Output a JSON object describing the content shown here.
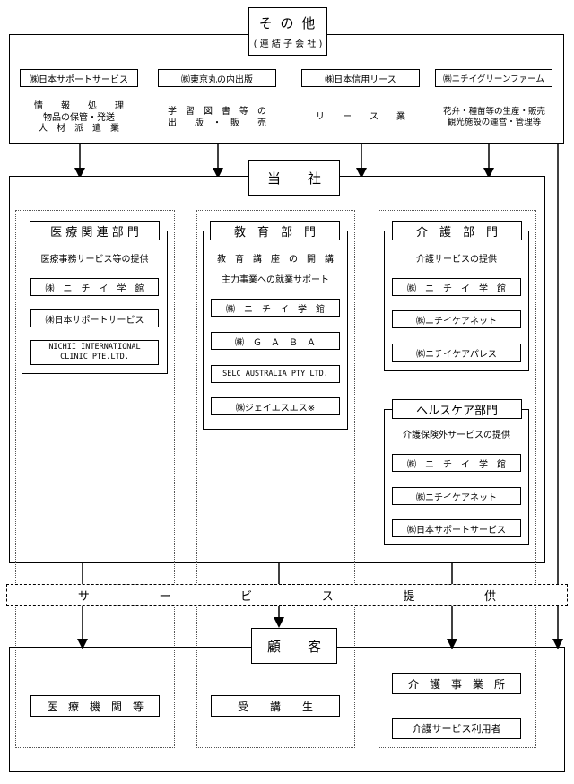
{
  "other": {
    "title": "そ の 他",
    "subtitle": "( 連 結 子 会 社 )",
    "companies": [
      {
        "name": "㈱日本サポートサービス",
        "desc": [
          "情　　報　　処　　理",
          "物品の保管・発送",
          "人　材　派　遣　業"
        ]
      },
      {
        "name": "㈱東京丸の内出版",
        "desc": [
          "学　習　図　書　等　の",
          "出　　版　・　販　　売"
        ]
      },
      {
        "name": "㈱日本信用リース",
        "desc": [
          "リ　　ー　　ス　　業"
        ]
      },
      {
        "name": "㈱ニチイグリーンファーム",
        "desc": [
          "花弁・種苗等の生産・販売",
          "観光施設の運営・管理等"
        ]
      }
    ]
  },
  "company": {
    "title": "当　　社",
    "departments": {
      "medical": {
        "title": "医 療 関 連 部 門",
        "desc": "医療事務サービス等の提供",
        "entities": [
          "㈱　ニ　チ　イ　学　館",
          "㈱日本サポートサービス",
          "NICHII INTERNATIONAL",
          "CLINIC PTE.LTD."
        ]
      },
      "education": {
        "title": "教　育　部　門",
        "desc": [
          "教　育　講　座　の　開　講",
          "主力事業への就業サポート"
        ],
        "entities": [
          "㈱　ニ　チ　イ　学　館",
          "㈱　Ｇ　Ａ　Ｂ　Ａ",
          "SELC AUSTRALIA PTY LTD.",
          "㈱ジェイエスエス※"
        ]
      },
      "care": {
        "title": "介　護　部　門",
        "desc": "介護サービスの提供",
        "entities": [
          "㈱　ニ　チ　イ　学　館",
          "㈱ニチイケアネット",
          "㈱ニチイケアパレス"
        ]
      },
      "healthcare": {
        "title": "ヘルスケア部門",
        "desc": "介護保険外サービスの提供",
        "entities": [
          "㈱　ニ　チ　イ　学　館",
          "㈱ニチイケアネット",
          "㈱日本サポートサービス"
        ]
      }
    }
  },
  "service": {
    "chars": [
      "サ",
      "ー",
      "ビ",
      "ス",
      "提",
      "供"
    ]
  },
  "customers": {
    "title": "顧　　客",
    "items": [
      "医　療　機　関　等",
      "受　　講　　生",
      "介　護　事　業　所",
      "介護サービス利用者"
    ]
  }
}
